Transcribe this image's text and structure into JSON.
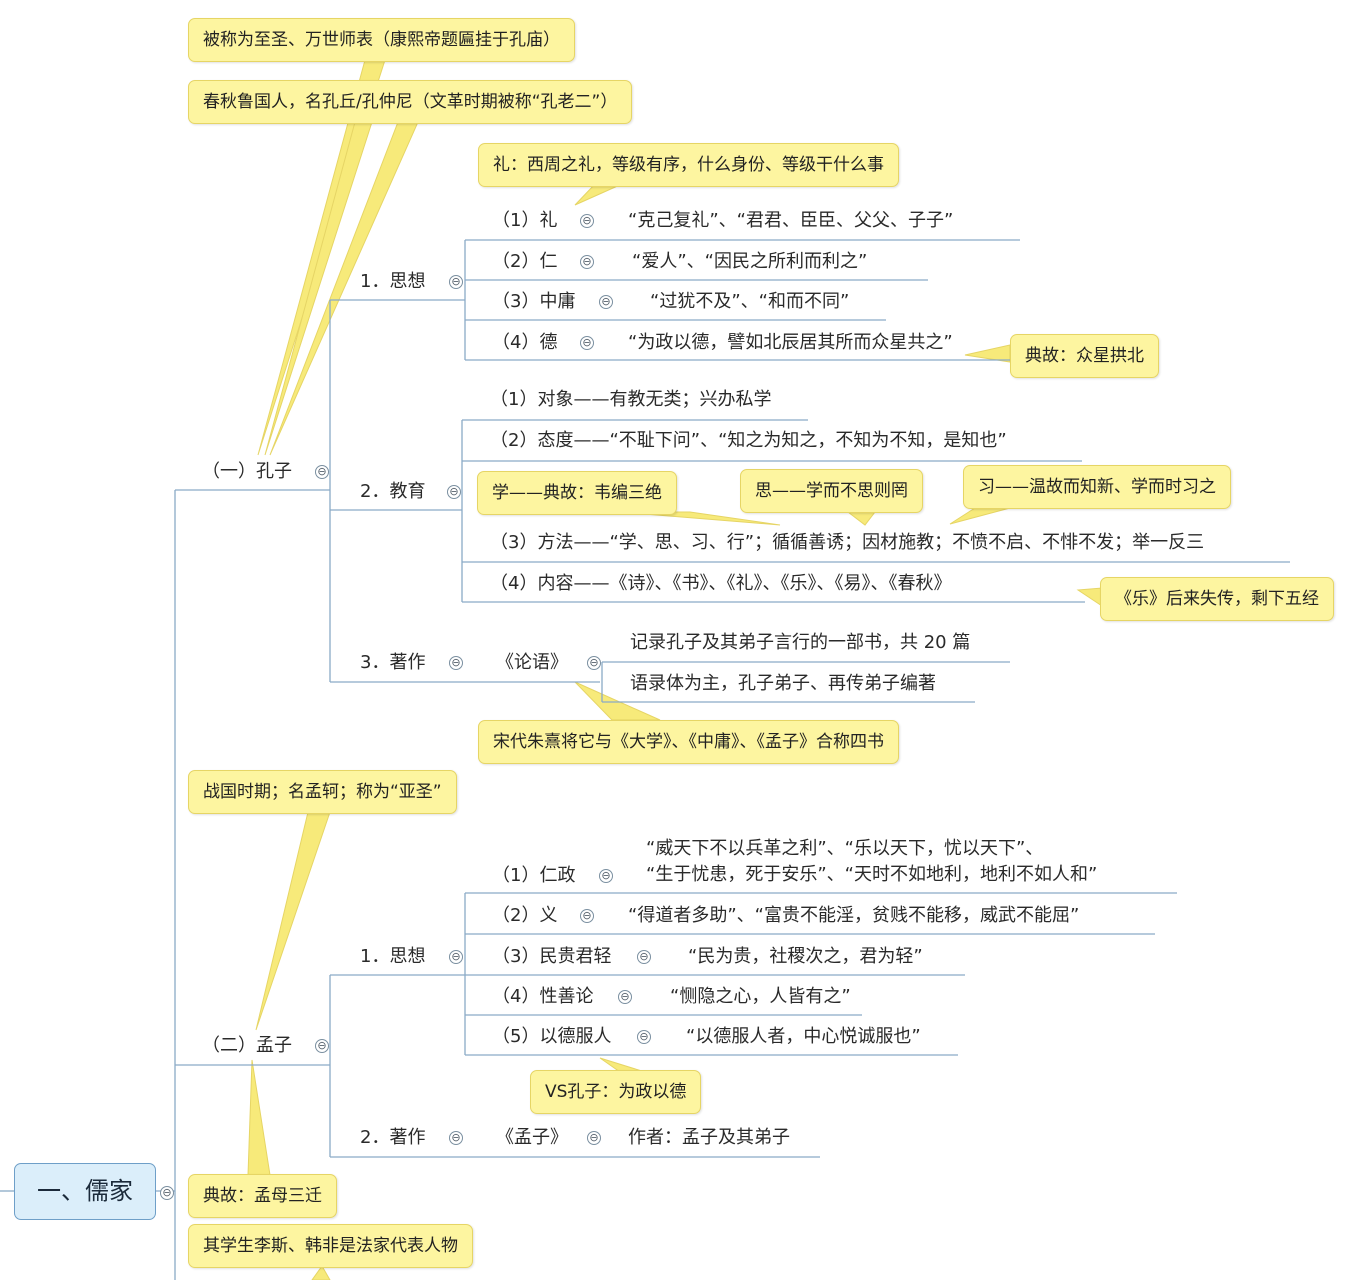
{
  "root": {
    "label": "一、儒家"
  },
  "collapse_glyph": "⊖",
  "confucius": {
    "label": "（一）孔子",
    "callouts": {
      "title": "被称为至圣、万世师表（康熙帝题匾挂于孔庙）",
      "origin": "春秋鲁国人，名孔丘/孔仲尼（文革时期被称“孔老二”）"
    },
    "thought": {
      "label": "1．思想",
      "li_note": "礼：西周之礼，等级有序，什么身份、等级干什么事",
      "items": [
        {
          "label": "（1）礼",
          "detail": "“克己复礼”、“君君、臣臣、父父、子子”"
        },
        {
          "label": "（2）仁",
          "detail": "“爱人”、“因民之所利而利之”"
        },
        {
          "label": "（3）中庸",
          "detail": "“过犹不及”、“和而不同”"
        },
        {
          "label": "（4）德",
          "detail": "“为政以德，譬如北辰居其所而众星共之”",
          "note": "典故：众星拱北"
        }
      ]
    },
    "education": {
      "label": "2．教育",
      "items": [
        "（1）对象——有教无类；兴办私学",
        "（2）态度——“不耻下问”、“知之为知之，不知为不知，是知也”",
        "（3）方法——“学、思、习、行”；循循善诱；因材施教；不愤不启、不悱不发；举一反三",
        "（4）内容——《诗》、《书》、《礼》、《乐》、《易》、《春秋》"
      ],
      "notes": {
        "xue": "学——典故：韦编三绝",
        "si": "思——学而不思则罔",
        "xi": "习——温故而知新、学而时习之",
        "yue": "《乐》后来失传，剩下五经"
      }
    },
    "works": {
      "label": "3．著作",
      "book": "《论语》",
      "items": [
        "记录孔子及其弟子言行的一部书，共 20 篇",
        "语录体为主，孔子弟子、再传弟子编著"
      ],
      "note": "宋代朱熹将它与《大学》、《中庸》、《孟子》合称四书"
    }
  },
  "mencius": {
    "label": "（二）孟子",
    "callouts": {
      "era": "战国时期；名孟轲；称为“亚圣”",
      "story": "典故：孟母三迁",
      "students": "其学生李斯、韩非是法家代表人物"
    },
    "thought": {
      "label": "1．思想",
      "items": [
        {
          "label": "（1）仁政",
          "detail": "“威天下不以兵革之利”、“乐以天下，忧以天下”、",
          "detail2": "“生于忧患，死于安乐”、“天时不如地利，地利不如人和”"
        },
        {
          "label": "（2）义",
          "detail": "“得道者多助”、“富贵不能淫，贫贱不能移，威武不能屈”"
        },
        {
          "label": "（3）民贵君轻",
          "detail": "“民为贵，社稷次之，君为轻”"
        },
        {
          "label": "（4）性善论",
          "detail": "“恻隐之心，人皆有之”"
        },
        {
          "label": "（5）以德服人",
          "detail": "“以德服人者，中心悦诚服也”",
          "note": "VS孔子：为政以德"
        }
      ]
    },
    "works": {
      "label": "2．著作",
      "book": "《孟子》",
      "author": "作者：孟子及其弟子"
    }
  }
}
